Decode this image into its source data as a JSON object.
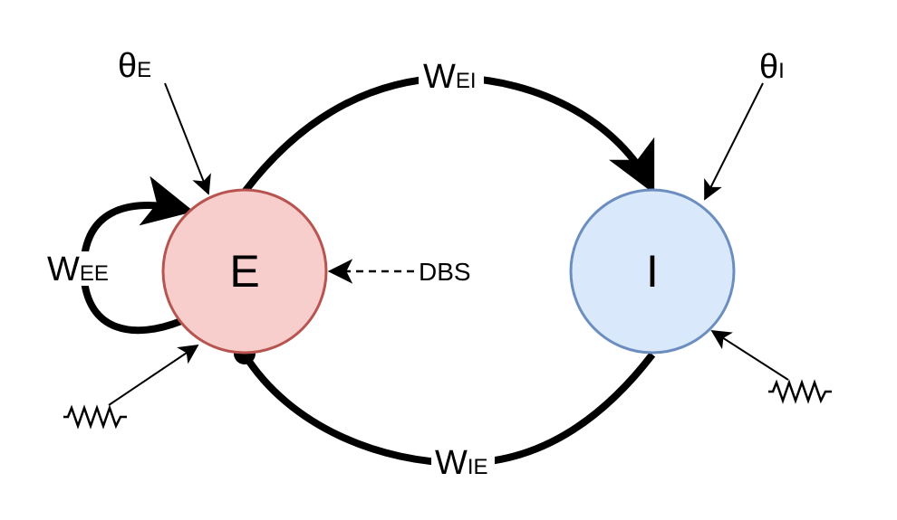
{
  "nodes": {
    "excitatory": {
      "label": "E",
      "fill": "#f8cecc",
      "stroke": "#b85450"
    },
    "inhibitory": {
      "label": "I",
      "fill": "#dae8fc",
      "stroke": "#6c8ebf"
    }
  },
  "weights": {
    "ee": {
      "base": "W",
      "sub": "EE"
    },
    "ei": {
      "base": "W",
      "sub": "EI"
    },
    "ie": {
      "base": "W",
      "sub": "IE"
    }
  },
  "thresholds": {
    "e": {
      "base": "θ",
      "sub": "E"
    },
    "i": {
      "base": "θ",
      "sub": "I"
    }
  },
  "stimulus": {
    "label": "DBS"
  },
  "colors": {
    "edge": "#000000"
  }
}
